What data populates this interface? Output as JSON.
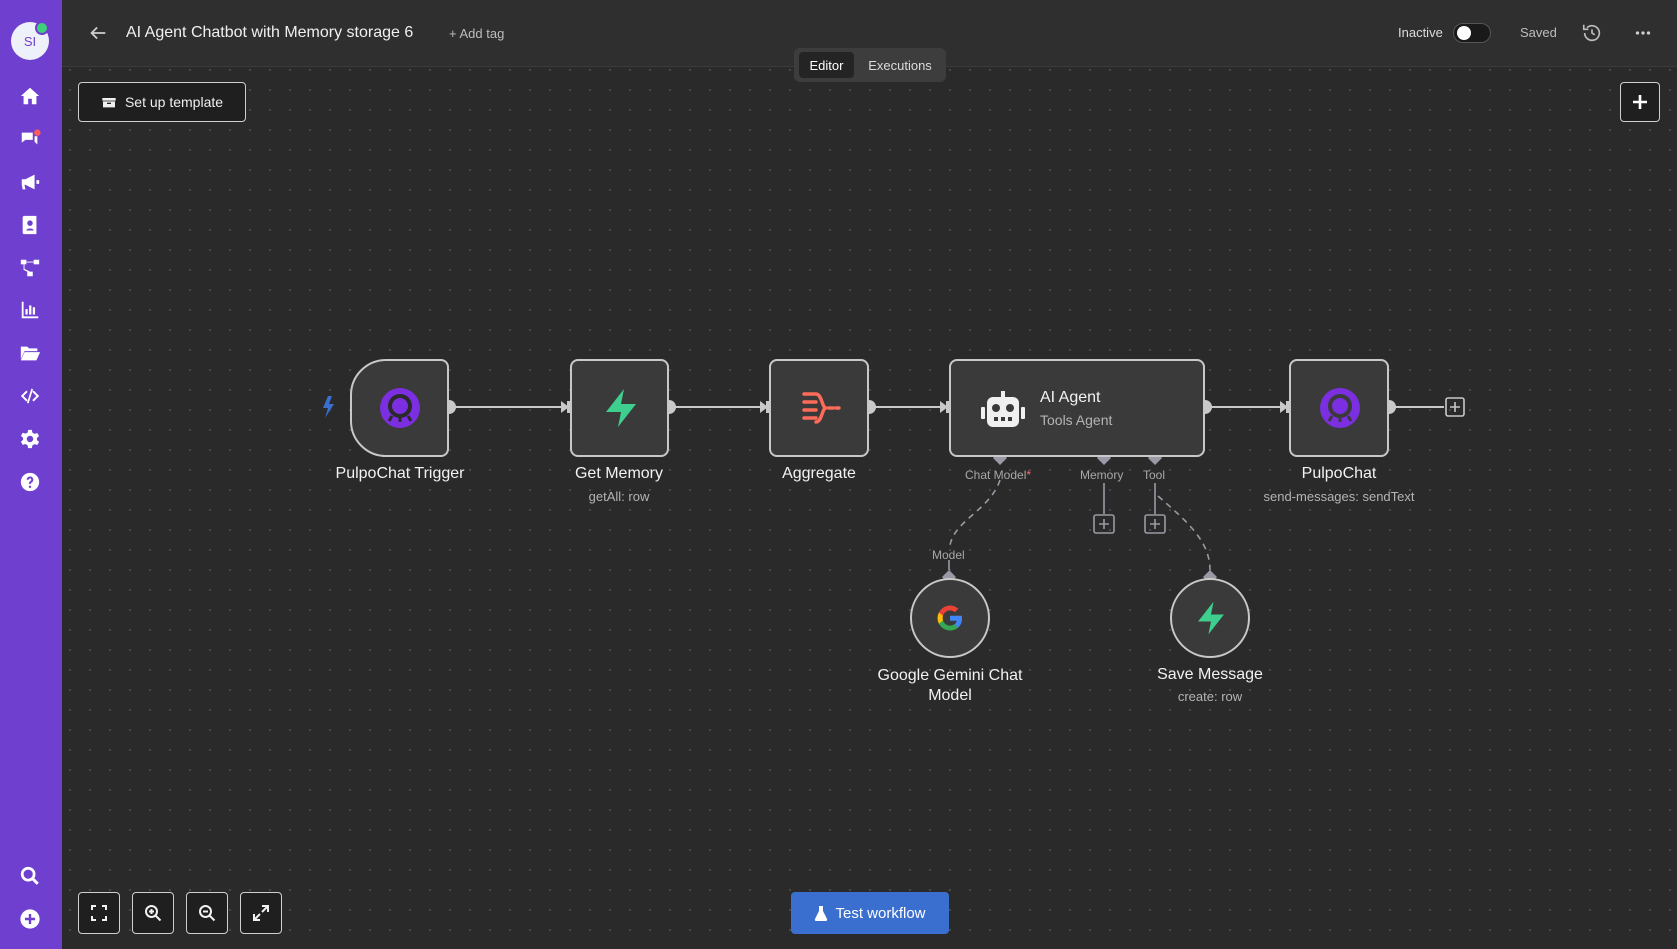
{
  "user": {
    "initials": "SI"
  },
  "header": {
    "title": "AI Agent Chatbot with Memory storage 6",
    "add_tag": "+ Add tag",
    "status_label": "Inactive",
    "saved_label": "Saved",
    "tabs": [
      {
        "label": "Editor"
      },
      {
        "label": "Executions"
      }
    ]
  },
  "canvas": {
    "setup_template_label": "Set up template",
    "nodes": {
      "trigger": {
        "label": "PulpoChat Trigger"
      },
      "get_memory": {
        "label": "Get Memory",
        "sub": "getAll: row"
      },
      "aggregate": {
        "label": "Aggregate"
      },
      "agent": {
        "label": "AI Agent",
        "sub": "Tools Agent"
      },
      "pulpochat": {
        "label": "PulpoChat",
        "sub": "send-messages: sendText"
      },
      "gemini": {
        "label": "Google Gemini Chat Model"
      },
      "save_message": {
        "label": "Save Message",
        "sub": "create: row"
      }
    },
    "connectors": {
      "chat_model": "Chat Model",
      "chat_model_required": "*",
      "memory": "Memory",
      "tool": "Tool",
      "model": "Model"
    }
  },
  "footer": {
    "test_workflow": "Test workflow"
  },
  "colors": {
    "sidebar": "#6f3fd0",
    "primary_button": "#3a6fd0",
    "supabase_green": "#3ecf8e",
    "aggregate_red": "#ff6b5b",
    "pulpo_purple": "#7b2fe0"
  },
  "icons": [
    "home-icon",
    "chat-icon",
    "megaphone-icon",
    "contacts-icon",
    "workflow-icon",
    "chart-icon",
    "folder-icon",
    "code-icon",
    "settings-icon",
    "help-icon",
    "search-icon",
    "add-circle-icon"
  ]
}
